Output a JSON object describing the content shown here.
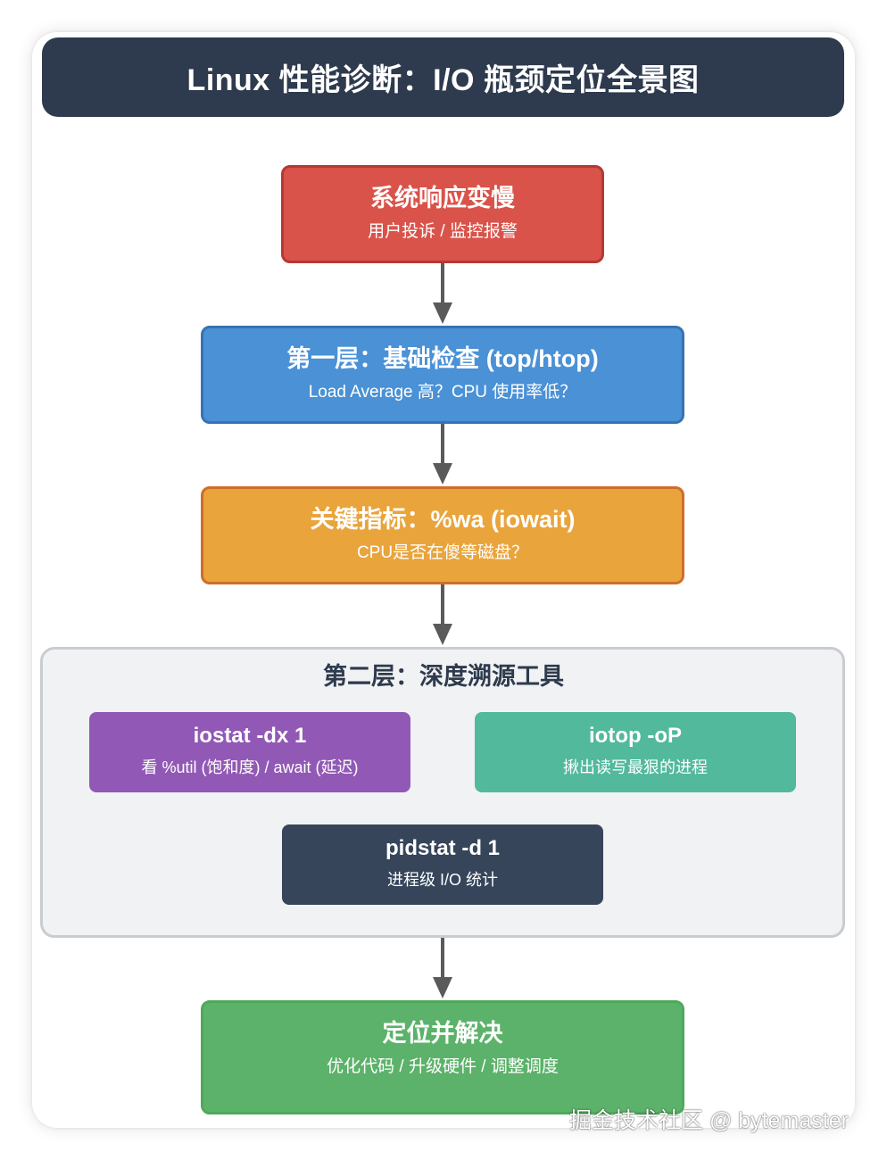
{
  "title": "Linux 性能诊断：I/O 瓶颈定位全景图",
  "nodes": {
    "symptom": {
      "title": "系统响应变慢",
      "subtitle": "用户投诉 / 监控报警",
      "color": "#d9534a"
    },
    "layer1": {
      "title": "第一层：基础检查 (top/htop)",
      "subtitle": "Load Average 高？CPU 使用率低？",
      "color": "#4a91d6"
    },
    "indicator": {
      "title": "关键指标：%wa (iowait)",
      "subtitle": "CPU是否在傻等磁盘？",
      "color": "#e9a43c"
    },
    "resolve": {
      "title": "定位并解决",
      "subtitle": "优化代码 / 升级硬件 / 调整调度",
      "color": "#5cb26a"
    }
  },
  "layer2": {
    "title": "第二层：深度溯源工具",
    "tools": [
      {
        "title": "iostat -dx 1",
        "subtitle": "看 %util (饱和度) / await (延迟)",
        "color": "#9159b5"
      },
      {
        "title": "iotop -oP",
        "subtitle": "揪出读写最狠的进程",
        "color": "#52b99c"
      },
      {
        "title": "pidstat -d 1",
        "subtitle": "进程级 I/O 统计",
        "color": "#36455a"
      }
    ]
  },
  "watermark": "掘金技术社区 @ bytemaster"
}
